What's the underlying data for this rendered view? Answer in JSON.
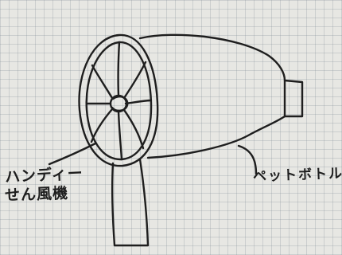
{
  "labels": {
    "handy_fan_line1": "ハンディー",
    "handy_fan_line2": "せん風機",
    "pet_bottle": "ペットボトル"
  }
}
